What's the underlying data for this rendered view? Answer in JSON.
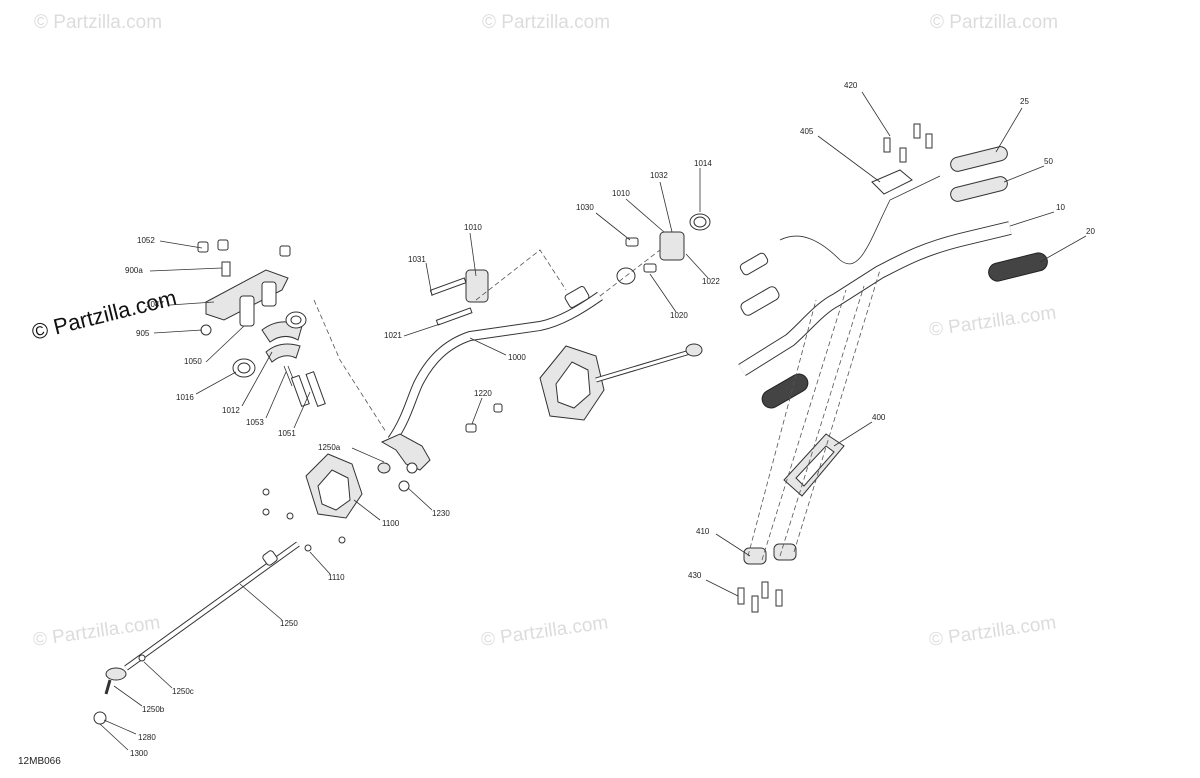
{
  "watermark": {
    "text": "© Partzilla.com"
  },
  "brand": {
    "text": "© Partzilla.com"
  },
  "diagram_code": "12MB066",
  "callouts": {
    "c10": "10",
    "c20": "20",
    "c25": "25",
    "c50": "50",
    "c400": "400",
    "c405": "405",
    "c410": "410",
    "c420": "420",
    "c430": "430",
    "c1000": "1000",
    "c1010a": "1010",
    "c1010b": "1010",
    "c1012": "1012",
    "c1014": "1014",
    "c1016": "1016",
    "c1020": "1020",
    "c1021": "1021",
    "c1022": "1022",
    "c1030": "1030",
    "c1031": "1031",
    "c1032": "1032",
    "c1047": "1047",
    "c1050": "1050",
    "c1051": "1051",
    "c1052": "1052",
    "c1053": "1053",
    "c900a": "900a",
    "c905": "905",
    "c1100": "1100",
    "c1110": "1110",
    "c1220": "1220",
    "c1230": "1230",
    "c1250": "1250",
    "c1250a": "1250a",
    "c1250b": "1250b",
    "c1250c": "1250c",
    "c1280": "1280",
    "c1300": "1300"
  }
}
